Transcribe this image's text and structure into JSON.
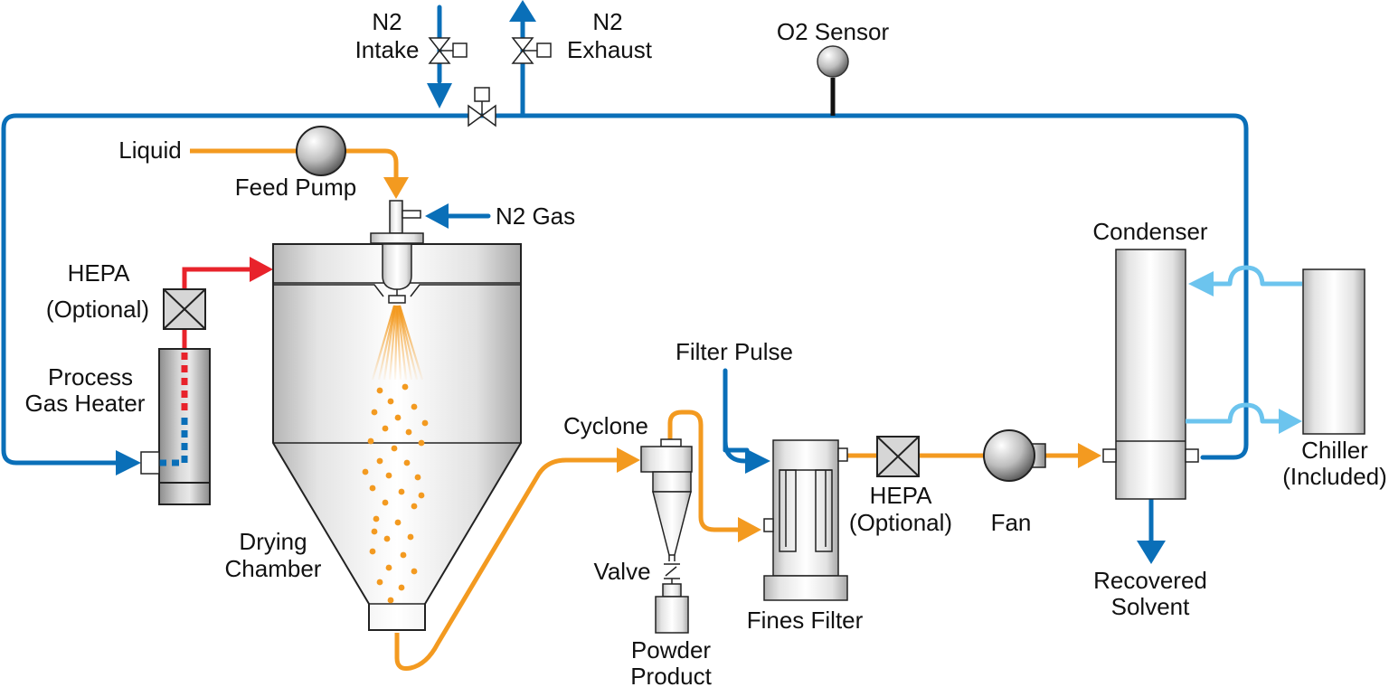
{
  "labels": {
    "n2_intake_1": "N2",
    "n2_intake_2": "Intake",
    "n2_exhaust_1": "N2",
    "n2_exhaust_2": "Exhaust",
    "o2_sensor": "O2 Sensor",
    "liquid": "Liquid",
    "feed_pump": "Feed Pump",
    "n2_gas": "N2 Gas",
    "hepa_left_1": "HEPA",
    "hepa_left_2": "(Optional)",
    "heater_1": "Process",
    "heater_2": "Gas Heater",
    "drying_1": "Drying",
    "drying_2": "Chamber",
    "cyclone": "Cyclone",
    "valve": "Valve",
    "powder_1": "Powder",
    "powder_2": "Product",
    "filter_pulse": "Filter Pulse",
    "fines_filter": "Fines Filter",
    "hepa_mid_1": "HEPA",
    "hepa_mid_2": "(Optional)",
    "fan": "Fan",
    "condenser": "Condenser",
    "recovered_1": "Recovered",
    "recovered_2": "Solvent",
    "chiller_1": "Chiller",
    "chiller_2": "(Included)"
  },
  "colors": {
    "nitrogen_line": "#0a6fb8",
    "liquid_line": "#f39a20",
    "hot_gas_line": "#e8232b",
    "coolant_line": "#6cc4ee",
    "sensor_stem": "#111111"
  }
}
